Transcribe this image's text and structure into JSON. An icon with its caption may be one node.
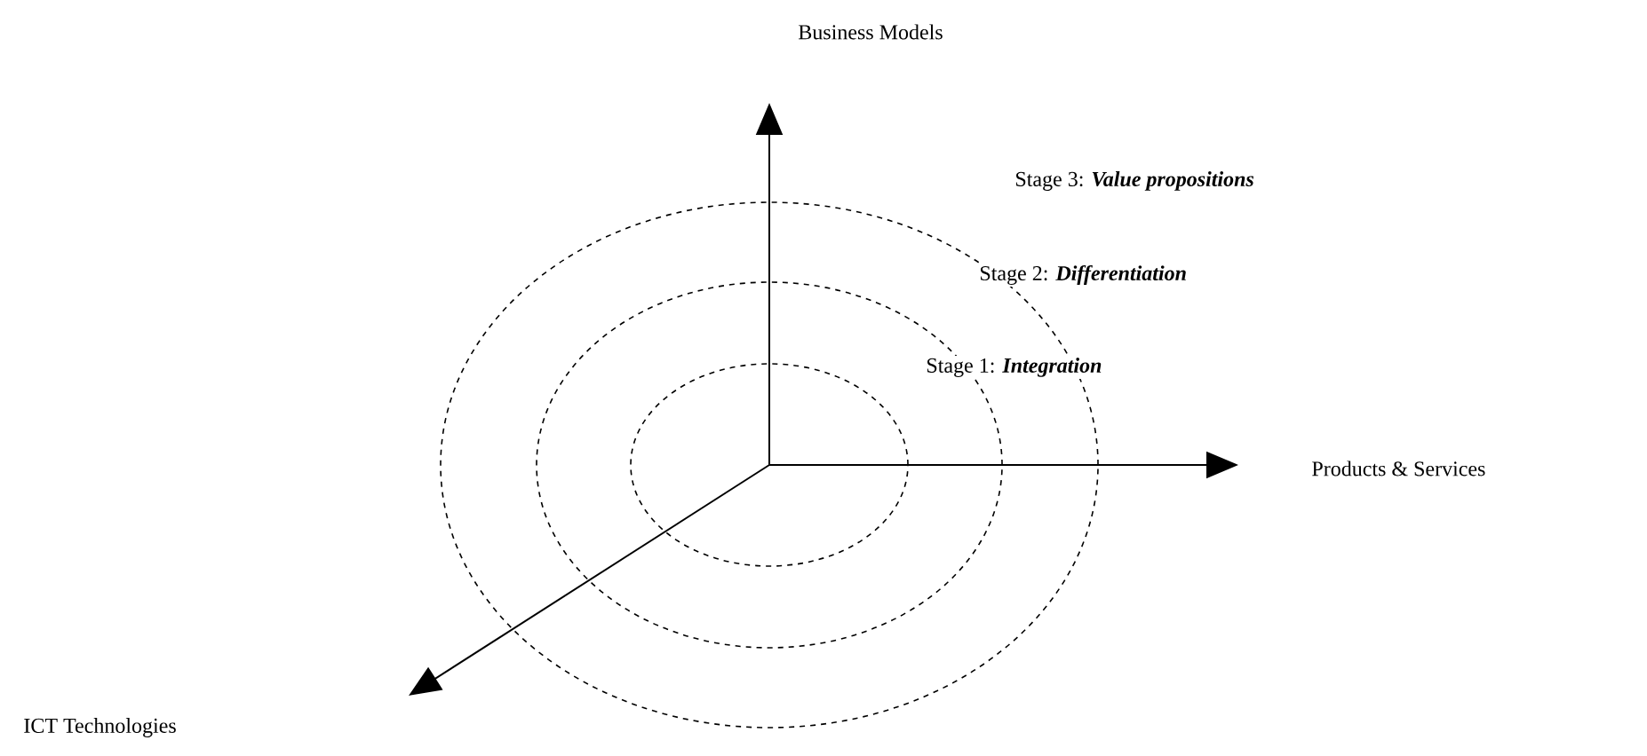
{
  "diagram": {
    "labels": [
      "Business Models",
      "Stage 3: **Value propositions**",
      "Stage 2: **Differentiation**",
      "Stage 1: **Integration**",
      "Products & Services",
      "ICT Technologies"
    ]
  }
}
